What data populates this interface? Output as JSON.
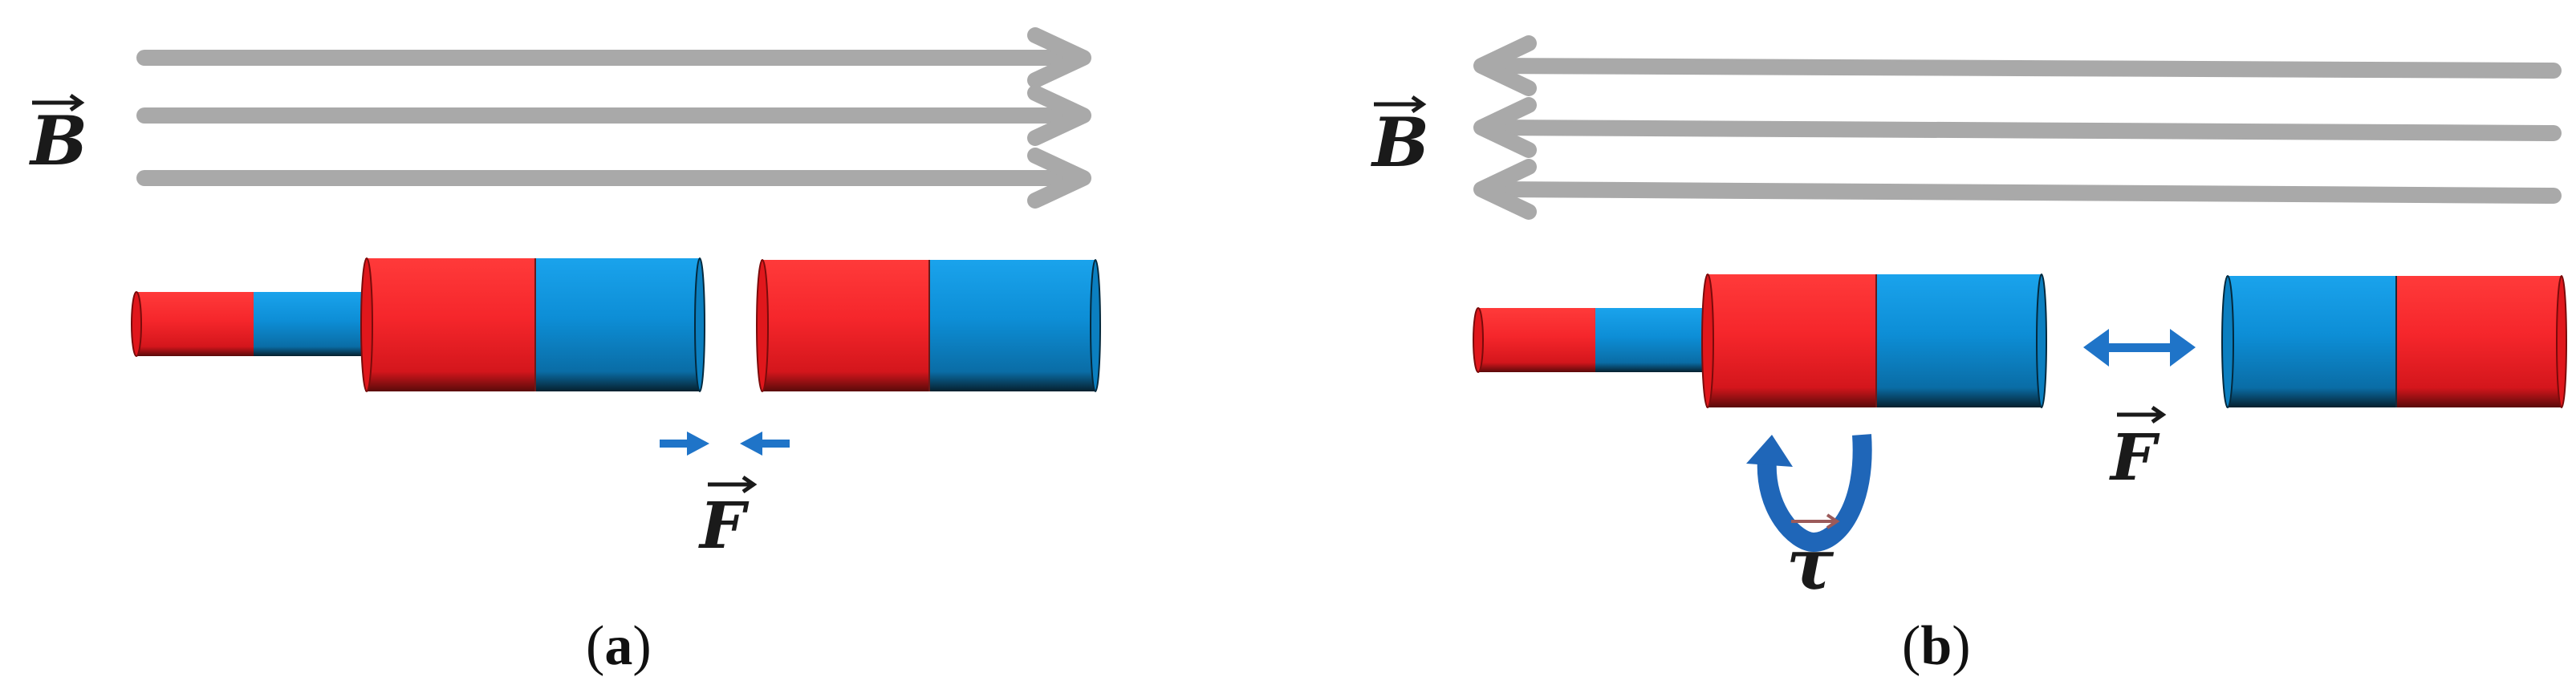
{
  "panels": [
    {
      "id": "a",
      "field_symbol": "B",
      "force_symbol": "F",
      "caption_open": "(",
      "caption_letter": "a",
      "caption_close": ")"
    },
    {
      "id": "b",
      "field_symbol": "B",
      "force_symbol": "F",
      "torque_symbol": "τ",
      "caption_open": "(",
      "caption_letter": "b",
      "caption_close": ")"
    }
  ],
  "colors": {
    "field_arrow": "#a9a9a9",
    "magnet_red": "#f5262b",
    "magnet_blue": "#0d8ed6",
    "indicator_arrow": "#1f74c8",
    "torque_arrow": "#1f66b8",
    "torque_vector_bar": "#9b5a5a"
  }
}
